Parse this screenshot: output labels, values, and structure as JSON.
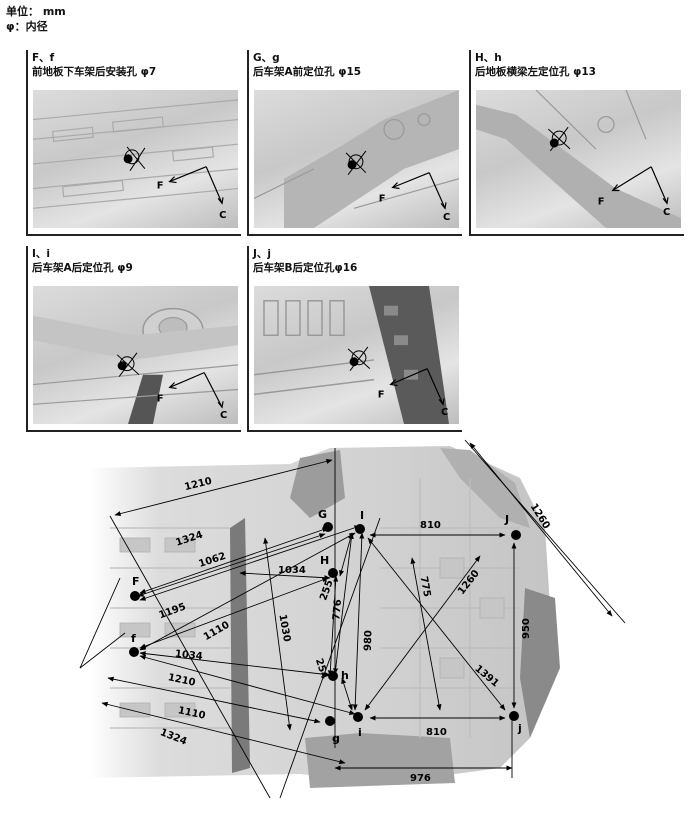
{
  "legend": {
    "unit_line": "单位：  mm",
    "phi_line": "φ：内径"
  },
  "panels": [
    {
      "id": "Ff",
      "code": "F、f",
      "title": "前地板下车架后安装孔 φ7",
      "axis_f": "F",
      "axis_c": "C"
    },
    {
      "id": "Gg",
      "code": "G、g",
      "title": "后车架A前定位孔 φ15",
      "axis_f": "F",
      "axis_c": "C"
    },
    {
      "id": "Hh",
      "code": "H、h",
      "title": "后地板横梁左定位孔 φ13",
      "axis_f": "F",
      "axis_c": "C"
    },
    {
      "id": "Ii",
      "code": "I、i",
      "title": "后车架A后定位孔 φ9",
      "axis_f": "F",
      "axis_c": "C"
    },
    {
      "id": "Jj",
      "code": "J、j",
      "title": "后车架B后定位孔φ16",
      "axis_f": "F",
      "axis_c": "C"
    }
  ],
  "points": {
    "G": "G",
    "I": "I",
    "J": "J",
    "H": "H",
    "F": "F",
    "f": "f",
    "h": "h",
    "g": "g",
    "i": "i",
    "j": "j"
  },
  "dimensions": {
    "d1210a": "1210",
    "d1324a": "1324",
    "d1062": "1062",
    "d1034a": "1034",
    "d255": "255",
    "d1195": "1195",
    "d1110a": "1110",
    "d1030": "1030",
    "d776": "776",
    "d980": "980",
    "d775": "775",
    "d810a": "810",
    "d1260a": "1260",
    "d1260b": "1260",
    "d950": "950",
    "d1391": "1391",
    "d1034b": "1034",
    "d254": "254",
    "d1210b": "1210",
    "d1110b": "1110",
    "d1324b": "1324",
    "d810b": "810",
    "d976": "976"
  }
}
